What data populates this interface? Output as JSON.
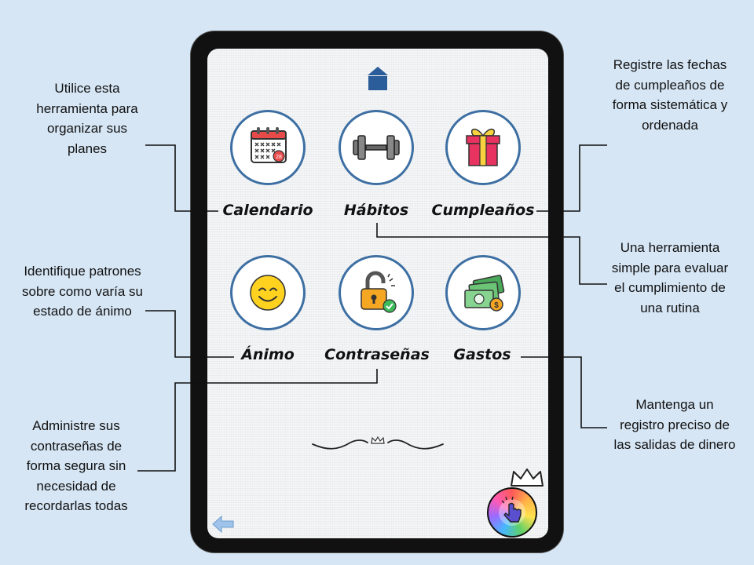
{
  "home_button_icon": "home-arrow-up-icon",
  "tools": [
    {
      "label": "Calendario",
      "icon": "calendar-icon"
    },
    {
      "label": "Hábitos",
      "icon": "dumbbell-icon"
    },
    {
      "label": "Cumpleaños",
      "icon": "gift-icon"
    },
    {
      "label": "Ánimo",
      "icon": "smiley-face-icon"
    },
    {
      "label": "Contraseñas",
      "icon": "unlocked-padlock-icon"
    },
    {
      "label": "Gastos",
      "icon": "money-bills-icon"
    }
  ],
  "notes": {
    "calendario": "Utilice esta herramienta para organizar sus planes",
    "cumpleanos": "Registre las fechas de cumpleaños de forma sistemática y ordenada",
    "habitos": "Una herramienta simple para evaluar el cumplimiento de una rutina",
    "animo": "Identifique patrones sobre como varía su estado de ánimo",
    "contrasenas": "Administre sus contraseñas de forma segura sin necesidad de recordarlas todas",
    "gastos": "Mantenga un registro preciso de las salidas de dinero"
  },
  "calendar_date_badge": "28",
  "back_button_icon": "back-arrow-icon",
  "fab_icon": "tap-hand-icon",
  "colors": {
    "background": "#d6e6f5",
    "circle_border": "#3d6fa3",
    "home_button": "#2b5d9a"
  }
}
